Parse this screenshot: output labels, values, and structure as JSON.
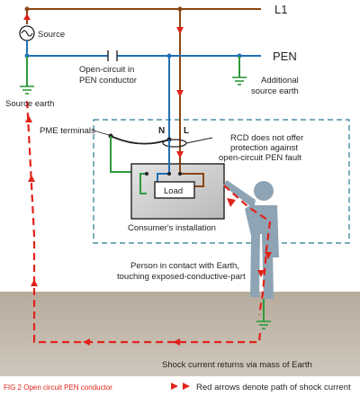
{
  "labels": {
    "l1": "L1",
    "pen": "PEN",
    "source": "Source",
    "open_circuit_line1": "Open-circuit in",
    "open_circuit_line2": "PEN conductor",
    "additional_earth_line1": "Additional",
    "additional_earth_line2": "source earth",
    "source_earth": "Source earth",
    "pme_terminals": "PME terminals",
    "n": "N",
    "l": "L",
    "rcd_line1": "RCD does not offer",
    "rcd_line2": "protection against",
    "rcd_line3": "open-circuit PEN fault",
    "load": "Load",
    "consumers_installation": "Consumer's installation",
    "person_line1": "Person in contact with Earth,",
    "person_line2": "touching exposed-conductive-part",
    "shock_return": "Shock current returns via mass of Earth",
    "fig_caption": "FIG 2 Open circuit PEN conductor",
    "legend": "Red arrows denote path of shock current"
  },
  "colors": {
    "line_conductor": "#8b4513",
    "pen_conductor": "#1e6fb8",
    "earth_conductor": "#2e9a3a",
    "shock_path": "#e2231a",
    "ground": "#bcb0a2",
    "installation_box": "#2b7a95",
    "person": "#8ea4b4",
    "caption": "#e2231a"
  }
}
